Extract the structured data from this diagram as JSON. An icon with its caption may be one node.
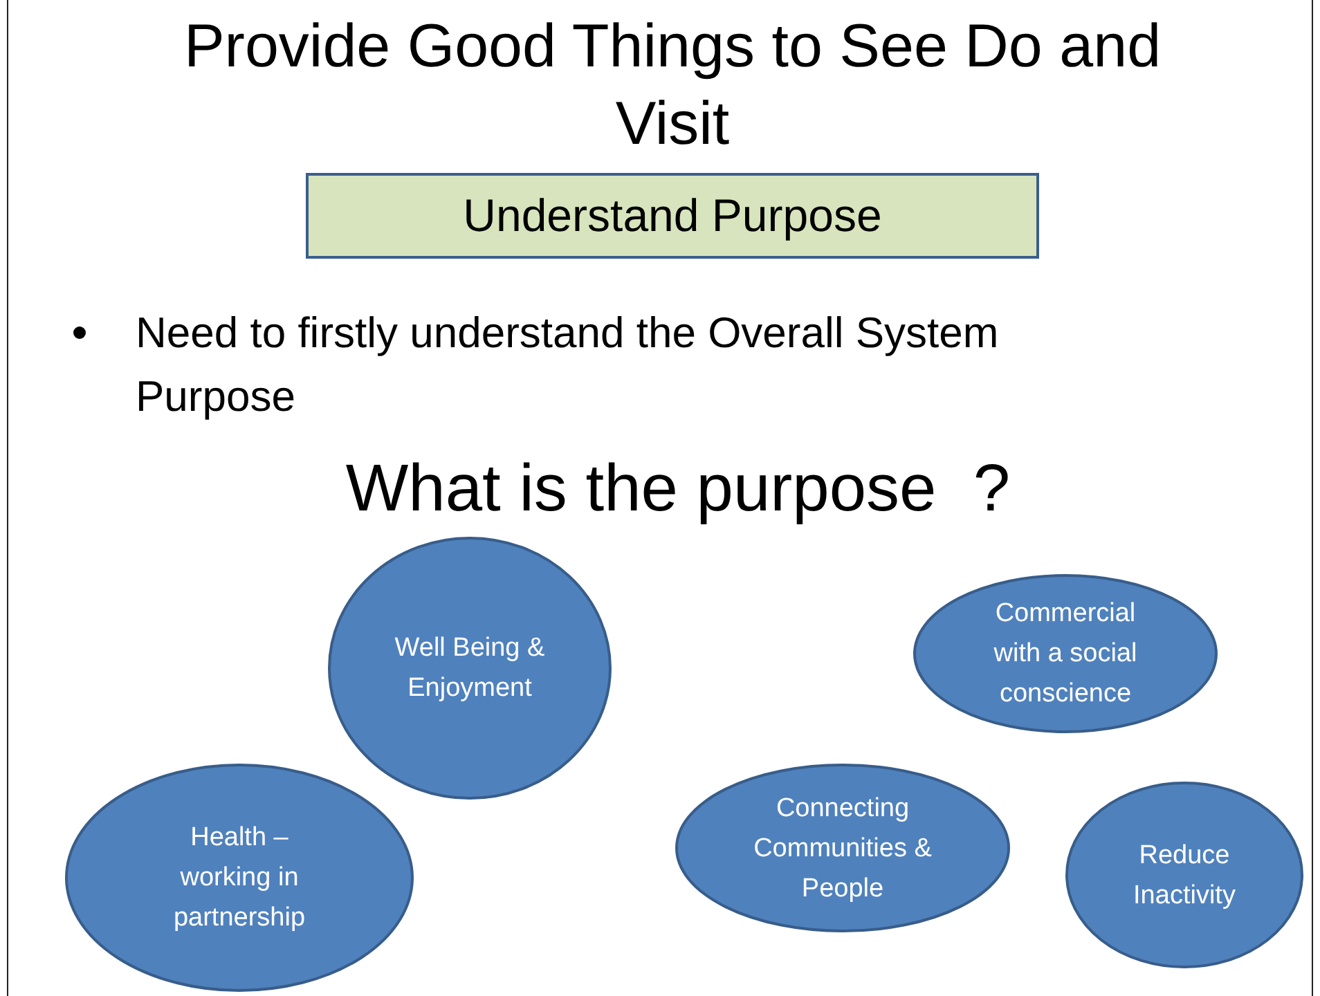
{
  "diagram": {
    "title": "Provide Good Things to See Do and Visit",
    "nodes": [
      {
        "text": [
          "Understand Purpose"
        ]
      },
      {
        "text": [
          "Well Being & Enjoyment"
        ]
      },
      {
        "text": [
          "Commercial with a social conscience"
        ]
      },
      {
        "text": [
          "Health – working in partnership"
        ]
      },
      {
        "text": [
          "Connecting Communities & People"
        ]
      },
      {
        "text": [
          "Reduce Inactivity"
        ]
      }
    ],
    "labels": [
      "Need to firstly understand the Overall System Purpose",
      "What is the purpose  ?"
    ]
  }
}
